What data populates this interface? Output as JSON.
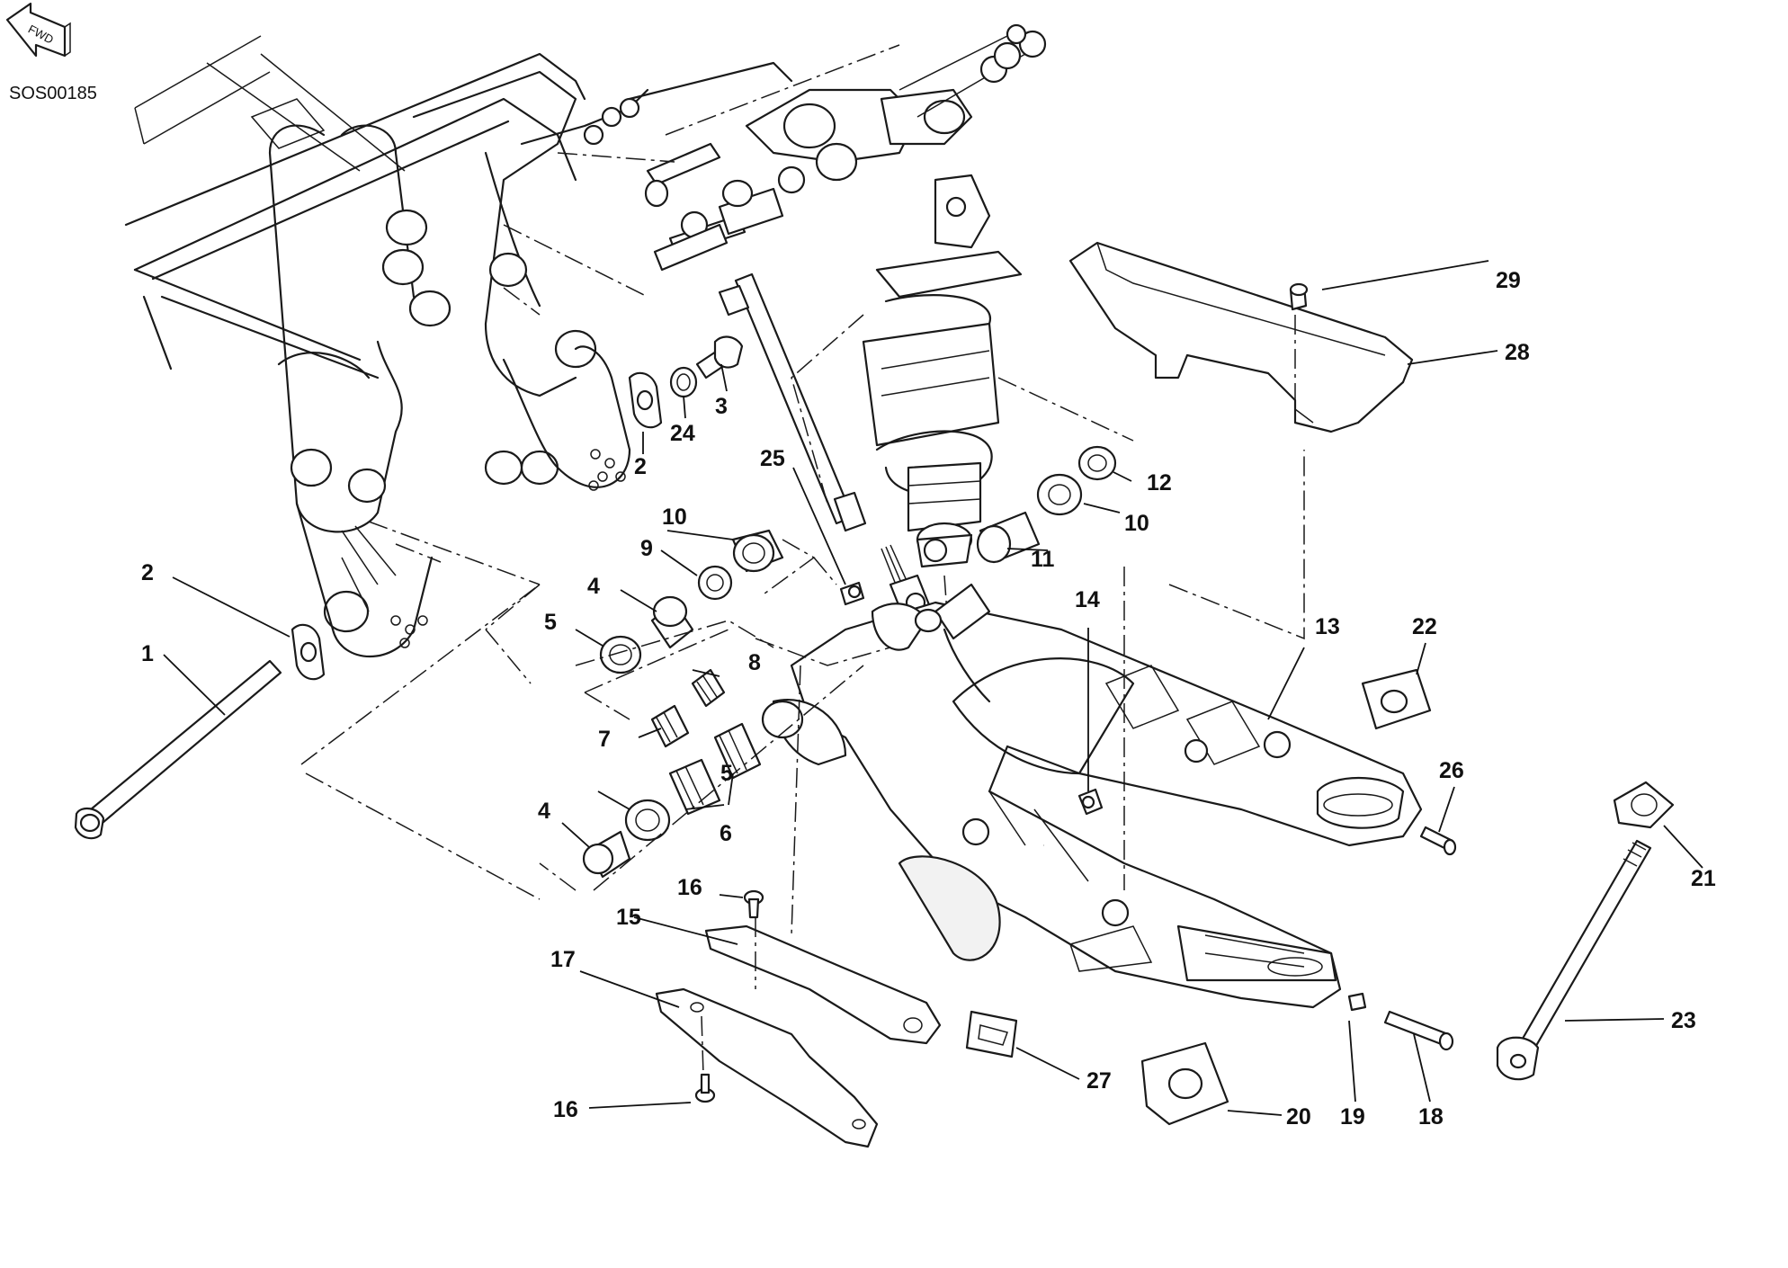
{
  "diagram": {
    "code": "SOS00185",
    "fwd_label": "FWD",
    "callouts": {
      "c1": "1",
      "c2a": "2",
      "c2b": "2",
      "c3": "3",
      "c4a": "4",
      "c4b": "4",
      "c5a": "5",
      "c5b": "5",
      "c6": "6",
      "c7": "7",
      "c8": "8",
      "c9": "9",
      "c10a": "10",
      "c10b": "10",
      "c11": "11",
      "c12": "12",
      "c13": "13",
      "c14": "14",
      "c15": "15",
      "c16a": "16",
      "c16b": "16",
      "c17": "17",
      "c18": "18",
      "c19": "19",
      "c20": "20",
      "c21": "21",
      "c22": "22",
      "c23": "23",
      "c24": "24",
      "c25": "25",
      "c26": "26",
      "c27": "27",
      "c28": "28",
      "c29": "29"
    }
  }
}
